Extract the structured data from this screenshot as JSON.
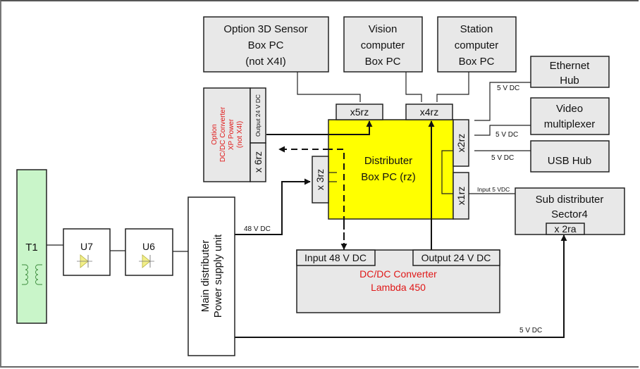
{
  "diagram": {
    "nodes": {
      "sensor3d": {
        "lines": [
          "Option 3D Sensor",
          "Box PC",
          "(not X4I)"
        ]
      },
      "vision": {
        "lines": [
          "Vision",
          "computer",
          "Box PC"
        ]
      },
      "station": {
        "lines": [
          "Station",
          "computer",
          "Box PC"
        ]
      },
      "ethernet": {
        "lines": [
          "Ethernet",
          "Hub"
        ]
      },
      "video": {
        "lines": [
          "Video",
          "multiplexer"
        ]
      },
      "usb": {
        "lines": [
          "USB Hub"
        ]
      },
      "xp_power": {
        "lines": [
          "Option",
          "DC/DC Converter",
          "XP Power",
          "(not X4I)"
        ],
        "output_label": "Output 24 V DC",
        "port": "x 6rz"
      },
      "distributer": {
        "lines": [
          "Distributer",
          "Box PC (rz)"
        ],
        "ports": {
          "x5": "x5rz",
          "x4": "x4rz",
          "x3": "x 3rz",
          "x2": "x2rz",
          "x1": "x1rz"
        }
      },
      "sub": {
        "lines": [
          "Sub distributer",
          "Sector4"
        ],
        "port": "x 2ra"
      },
      "lambda": {
        "input": "Input 48 V DC",
        "output": "Output 24 V DC",
        "lines": [
          "DC/DC Converter",
          "Lambda 450"
        ]
      },
      "t1": {
        "label": "T1"
      },
      "u7": {
        "label": "U7"
      },
      "u6": {
        "label": "U6"
      },
      "main": {
        "lines": [
          "Main distributer",
          "Power supply unit"
        ]
      }
    },
    "wire_labels": {
      "eth_5v": "5 V DC",
      "video_5v": "5 V DC",
      "usb_5v": "5 V DC",
      "sub_input": "Input 5 VDC",
      "main_48v": "48 V DC",
      "main_5v": "5 V DC"
    },
    "colors": {
      "distributer_fill": "#ffff00",
      "transformer_fill": "#c9f5c9",
      "box_fill": "#e8e8e8",
      "highlight_text": "#e01818"
    }
  }
}
